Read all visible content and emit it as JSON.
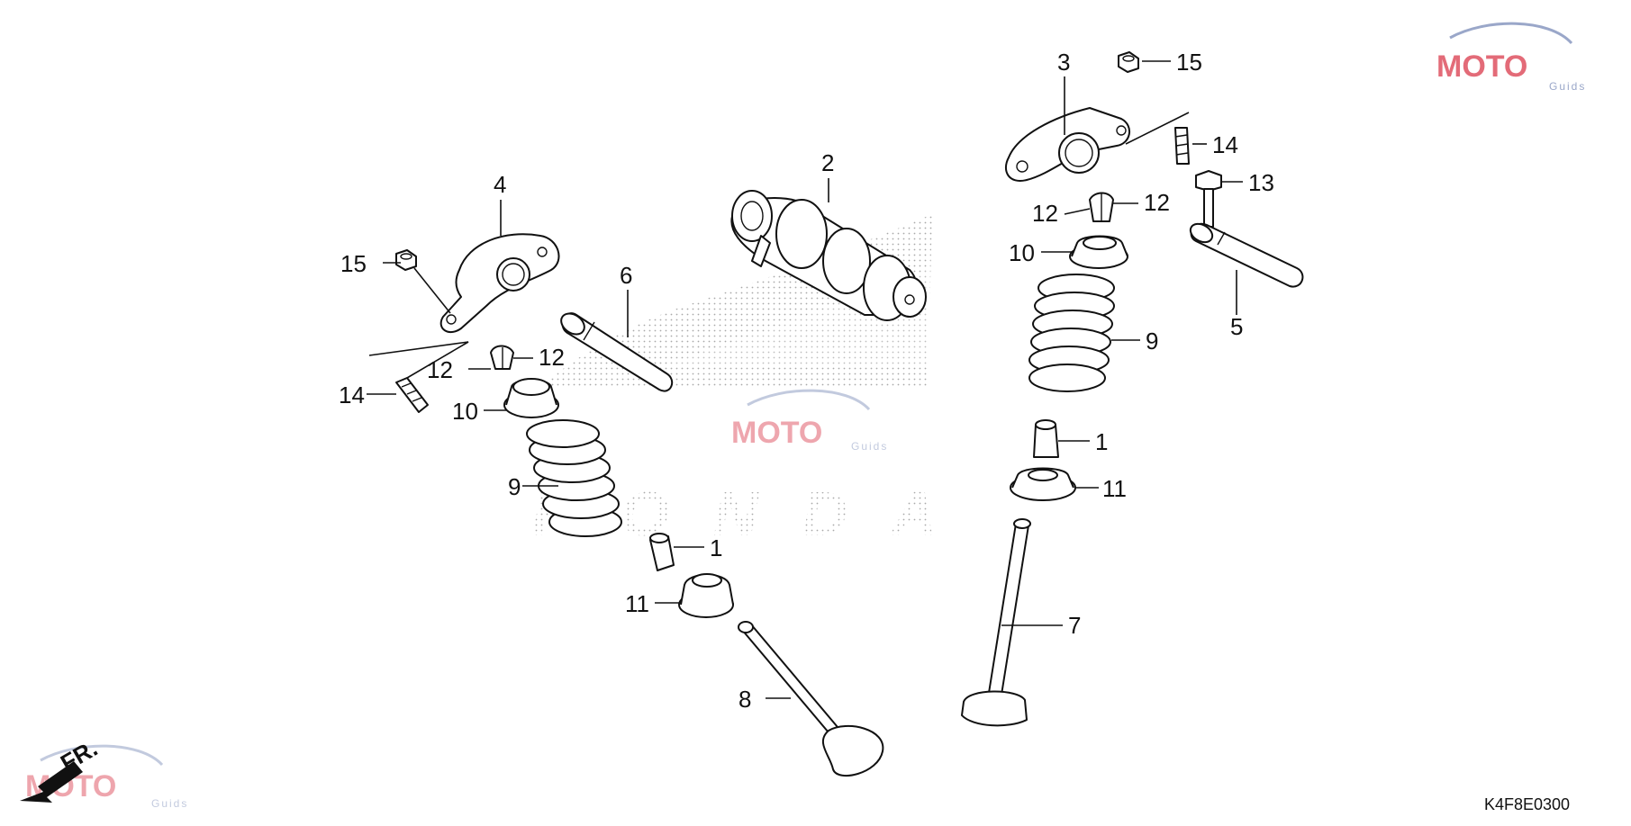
{
  "diagram": {
    "drawing_code": "K4F8E0300",
    "direction_label": "FR.",
    "background_logo": "HONDA",
    "watermark": {
      "text": "MOTO",
      "subtext": "Guids"
    },
    "callouts": {
      "c1_left": "1",
      "c1_right": "1",
      "c2": "2",
      "c3": "3",
      "c4": "4",
      "c5": "5",
      "c6": "6",
      "c7": "7",
      "c8": "8",
      "c9_left": "9",
      "c9_right": "9",
      "c10_left": "10",
      "c10_right": "10",
      "c11_left": "11",
      "c11_right": "11",
      "c12_left_a": "12",
      "c12_left_b": "12",
      "c12_right_a": "12",
      "c12_right_b": "12",
      "c13": "13",
      "c14_left": "14",
      "c14_right": "14",
      "c15_left": "15",
      "c15_right": "15"
    },
    "icons": [
      "forward-direction-arrow-icon",
      "moto-guids-watermark-logo",
      "honda-wing-logo"
    ]
  }
}
